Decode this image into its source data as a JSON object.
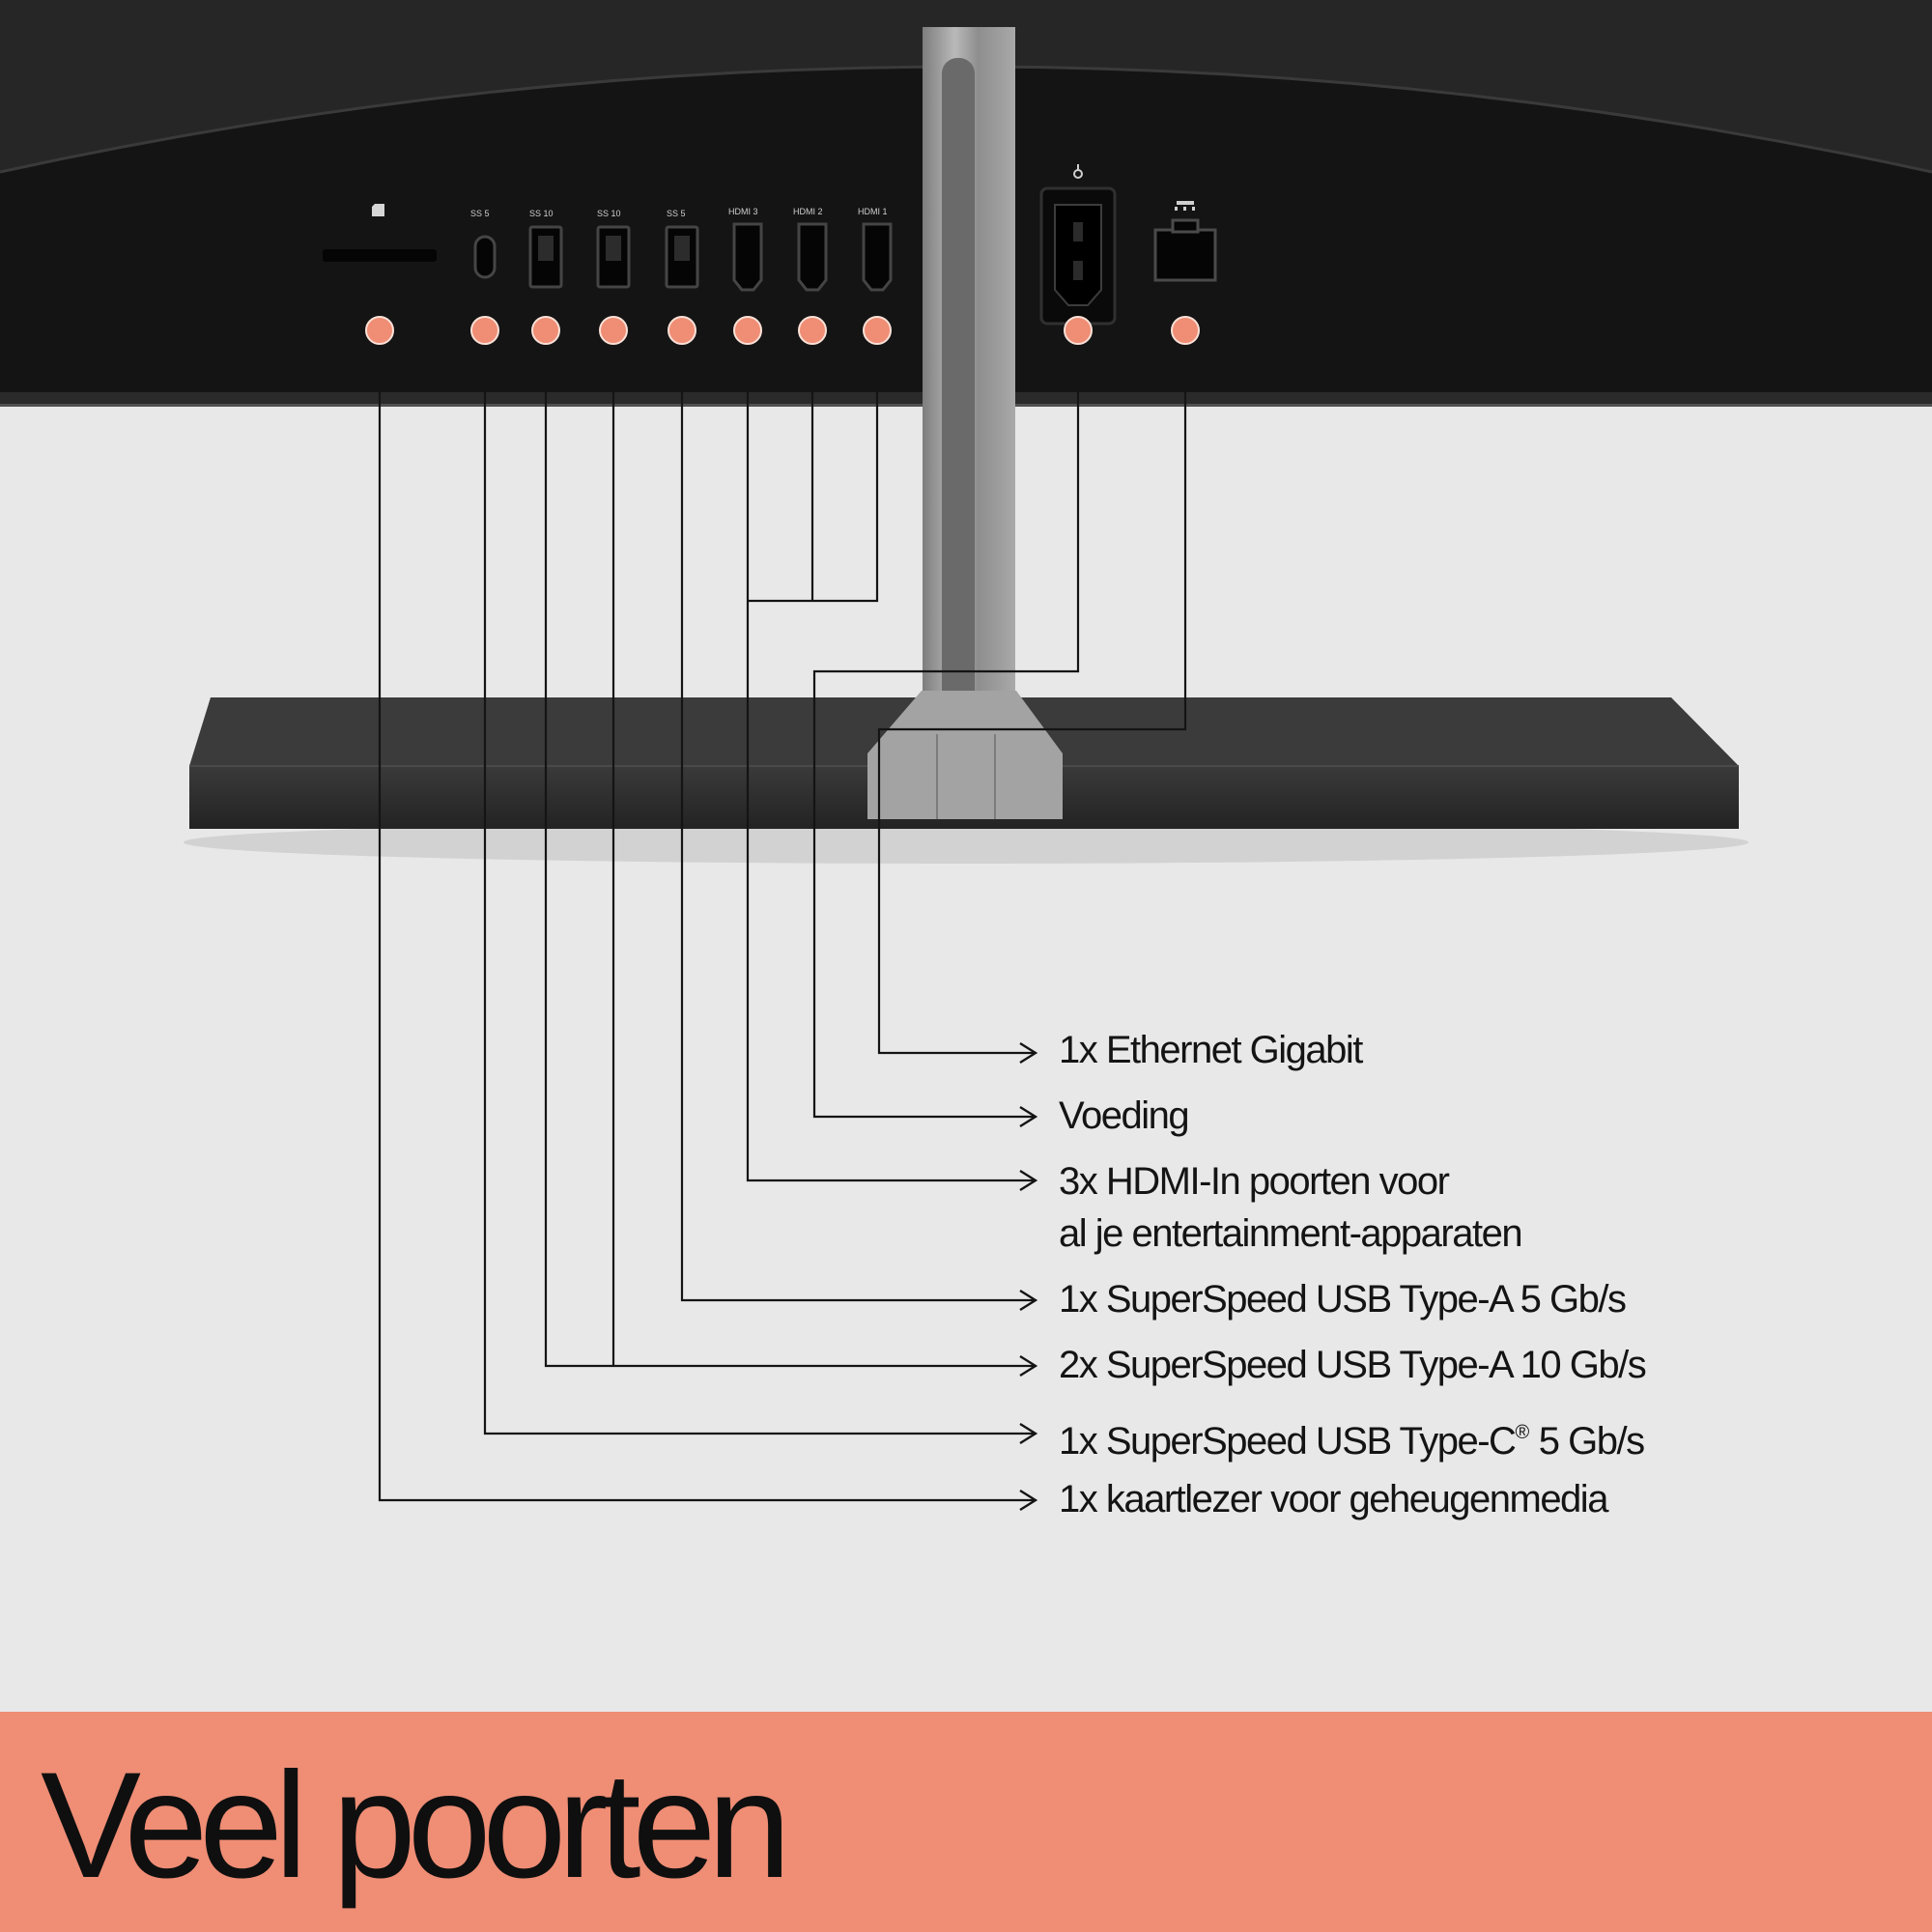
{
  "title": "Veel poorten",
  "colors": {
    "background": "#e8e8e8",
    "banner": "#ef8d75",
    "marker": "#ef8d75",
    "monitor": "#1a1a1a",
    "stand_base": "#2e2e2e",
    "stand_neck": "#9c9c9c",
    "line": "#141414"
  },
  "port_labels": {
    "ss_c5": "SS 5",
    "ss_a10_1": "SS 10",
    "ss_a10_2": "SS 10",
    "ss_a5": "SS 5",
    "hdmi3": "HDMI 3",
    "hdmi2": "HDMI 2",
    "hdmi1": "HDMI 1"
  },
  "icons": {
    "card_reader": "sd-card-icon",
    "power": "power-plug-icon",
    "ethernet": "ethernet-icon"
  },
  "callouts": [
    {
      "text": "1x Ethernet Gigabit"
    },
    {
      "text": "Voeding"
    },
    {
      "line1": "3x HDMI-In poorten voor",
      "line2": "al je entertainment-apparaten"
    },
    {
      "text": "1x SuperSpeed USB Type-A 5 Gb/s"
    },
    {
      "text": "2x SuperSpeed USB Type-A 10 Gb/s"
    },
    {
      "prefix": "1x SuperSpeed USB Type-C",
      "mark": "®",
      "suffix": " 5 Gb/s"
    },
    {
      "text": "1x kaartlezer voor geheugenmedia"
    }
  ]
}
